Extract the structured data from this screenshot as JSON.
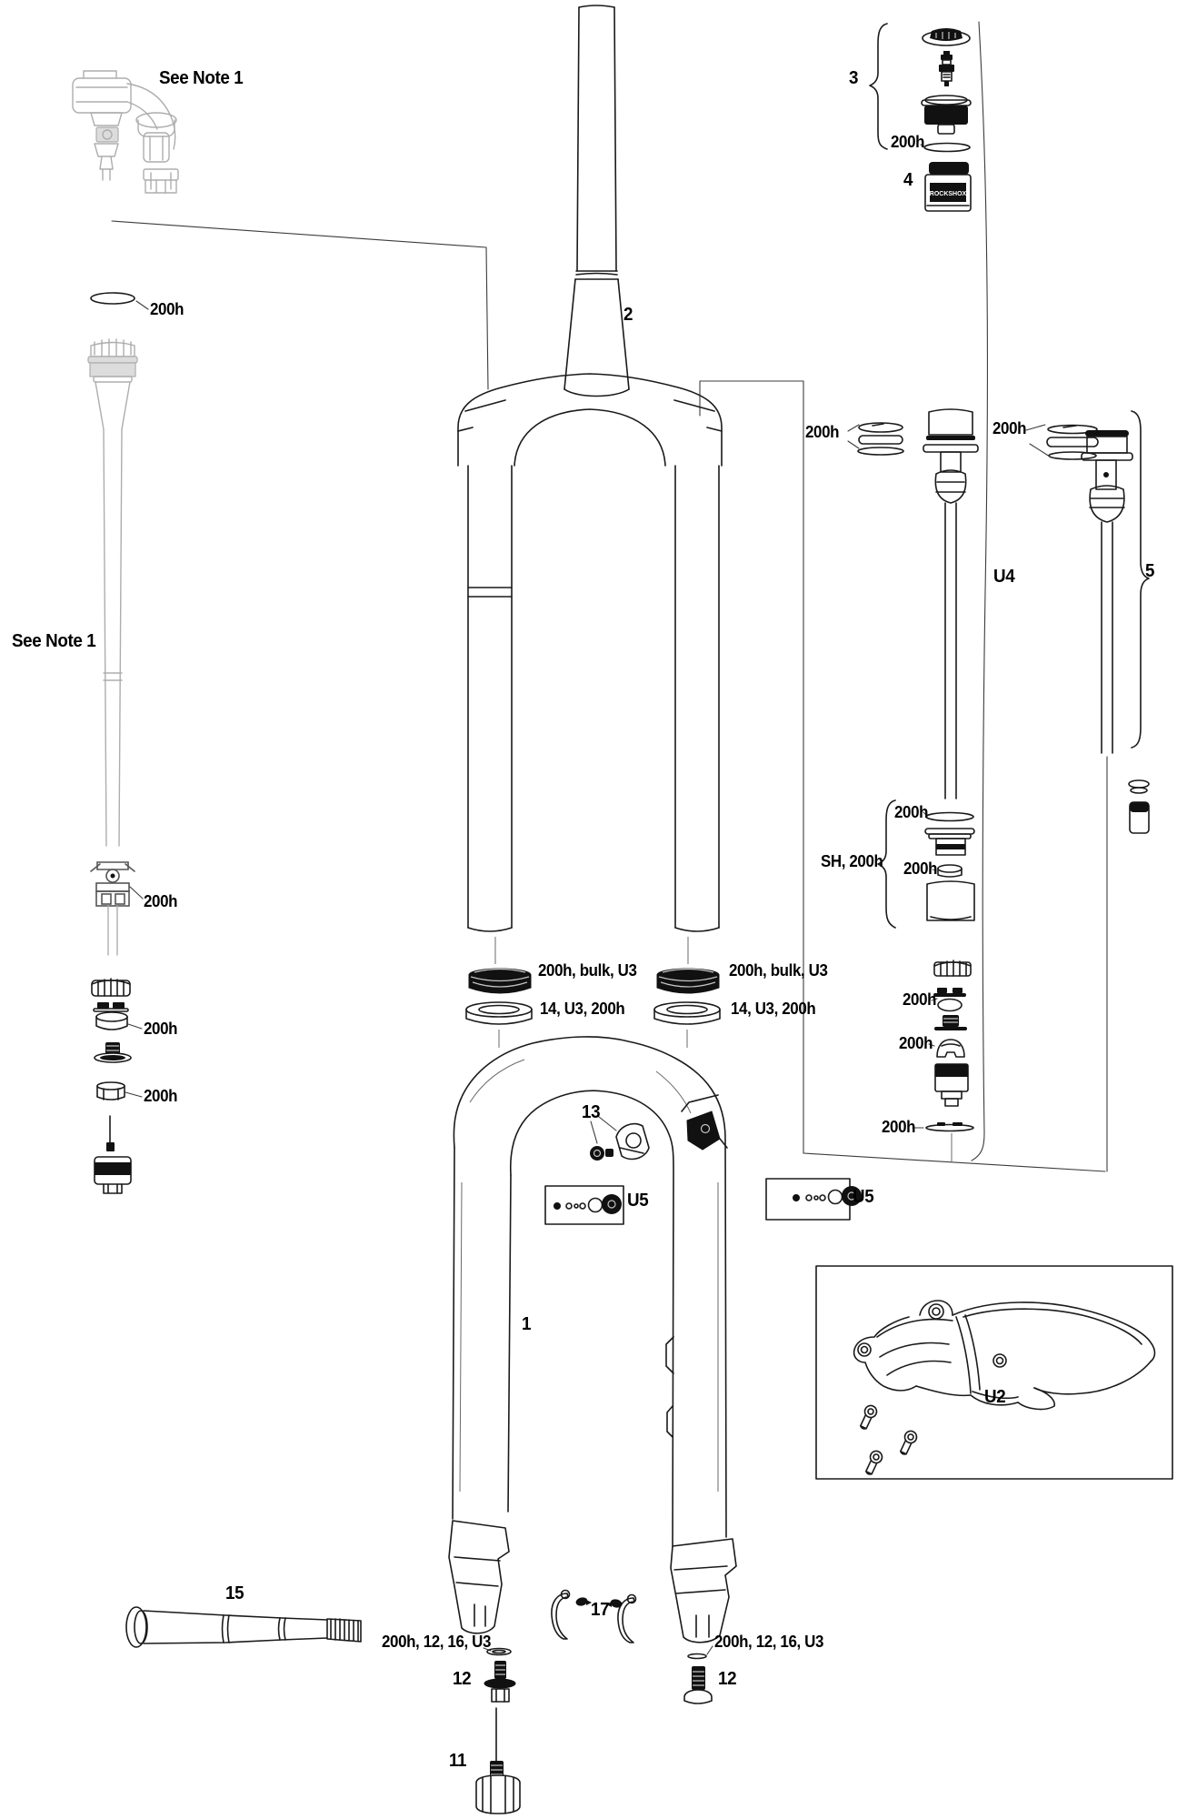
{
  "document": {
    "type": "exploded-parts-diagram",
    "subject": "suspension fork service parts"
  },
  "callouts": {
    "see_note_1": "See Note 1",
    "hours_200": "200h",
    "part_1": "1",
    "part_2": "2",
    "part_3": "3",
    "part_4": "4",
    "part_5": "5",
    "part_11": "11",
    "part_12": "12",
    "part_13": "13",
    "part_15": "15",
    "part_17": "17",
    "group_u2": "U2",
    "group_u4": "U4",
    "group_u5": "U5",
    "shaft_kit": "SH, 200h",
    "wiper_seal_kit": "200h, bulk, U3",
    "foam_ring_kit": "14, U3, 200h",
    "axle_bolt_kit": "200h, 12, 16, U3",
    "grease_jar": "ROCKSHOX"
  }
}
